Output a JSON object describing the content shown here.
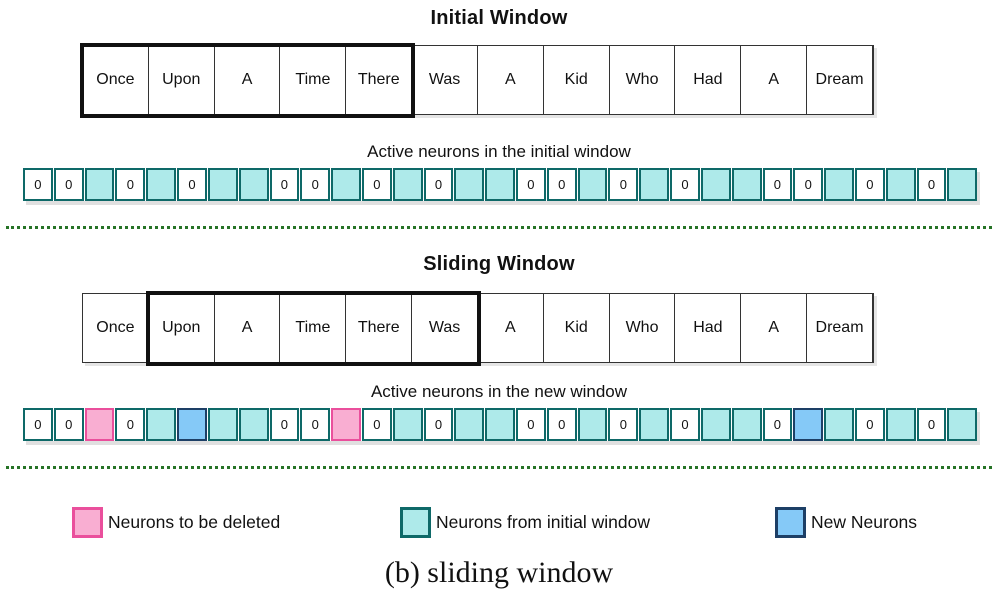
{
  "initial_section": {
    "title": "Initial Window",
    "words": [
      "Once",
      "Upon",
      "A",
      "Time",
      "There",
      "Was",
      "A",
      "Kid",
      "Who",
      "Had",
      "A",
      "Dream"
    ],
    "window_start_index": 0,
    "window_size": 5,
    "neurons_label": "Active neurons in the initial window",
    "neurons": [
      "zero",
      "zero",
      "cyan",
      "zero",
      "cyan",
      "zero",
      "cyan",
      "cyan",
      "zero",
      "zero",
      "cyan",
      "zero",
      "cyan",
      "zero",
      "cyan",
      "cyan",
      "zero",
      "zero",
      "cyan",
      "zero",
      "cyan",
      "zero",
      "cyan",
      "cyan",
      "zero",
      "zero",
      "cyan",
      "zero",
      "cyan",
      "zero",
      "cyan"
    ]
  },
  "sliding_section": {
    "title": "Sliding Window",
    "words": [
      "Once",
      "Upon",
      "A",
      "Time",
      "There",
      "Was",
      "A",
      "Kid",
      "Who",
      "Had",
      "A",
      "Dream"
    ],
    "window_start_index": 1,
    "window_size": 5,
    "neurons_label": "Active neurons in the new window",
    "neurons": [
      "zero",
      "zero",
      "pink",
      "zero",
      "cyan",
      "blue",
      "cyan",
      "cyan",
      "zero",
      "zero",
      "pink",
      "zero",
      "cyan",
      "zero",
      "cyan",
      "cyan",
      "zero",
      "zero",
      "cyan",
      "zero",
      "cyan",
      "zero",
      "cyan",
      "cyan",
      "zero",
      "blue",
      "cyan",
      "zero",
      "cyan",
      "zero",
      "cyan"
    ]
  },
  "zero_cell_text": "0",
  "legend": {
    "items": [
      {
        "key": "pink",
        "label": "Neurons to be deleted"
      },
      {
        "key": "cyan",
        "label": "Neurons from initial window"
      },
      {
        "key": "blue",
        "label": "New Neurons"
      }
    ]
  },
  "caption": "(b) sliding window",
  "colors": {
    "cyan_fill": "#aeeaea",
    "cyan_border": "#0e6968",
    "pink_fill": "#f9aed2",
    "pink_border": "#ea4f9c",
    "blue_fill": "#85c9f7",
    "blue_border": "#1d3f66",
    "divider_green": "#267326",
    "window_border": "#111111"
  }
}
